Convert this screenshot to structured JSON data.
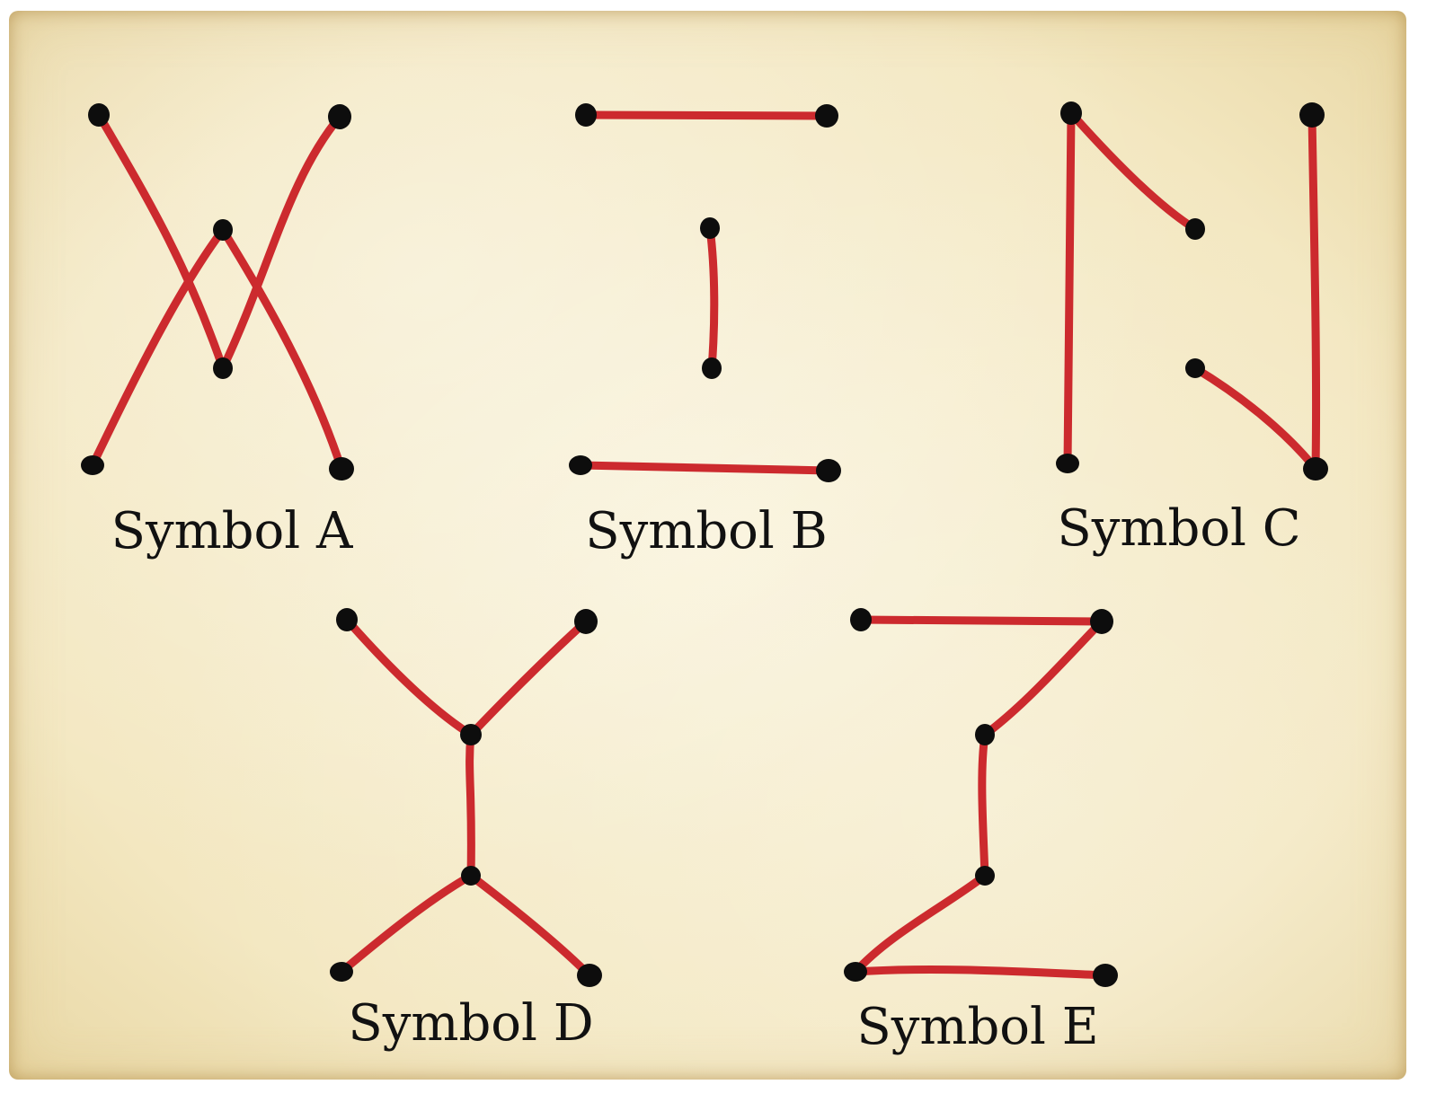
{
  "colors": {
    "paper": "#f3e7c0",
    "line": "#cc2a2e",
    "dot": "#0d0d0d",
    "label": "#111111"
  },
  "symbols": [
    {
      "label": "Symbol A"
    },
    {
      "label": "Symbol B"
    },
    {
      "label": "Symbol C"
    },
    {
      "label": "Symbol D"
    },
    {
      "label": "Symbol E"
    }
  ]
}
